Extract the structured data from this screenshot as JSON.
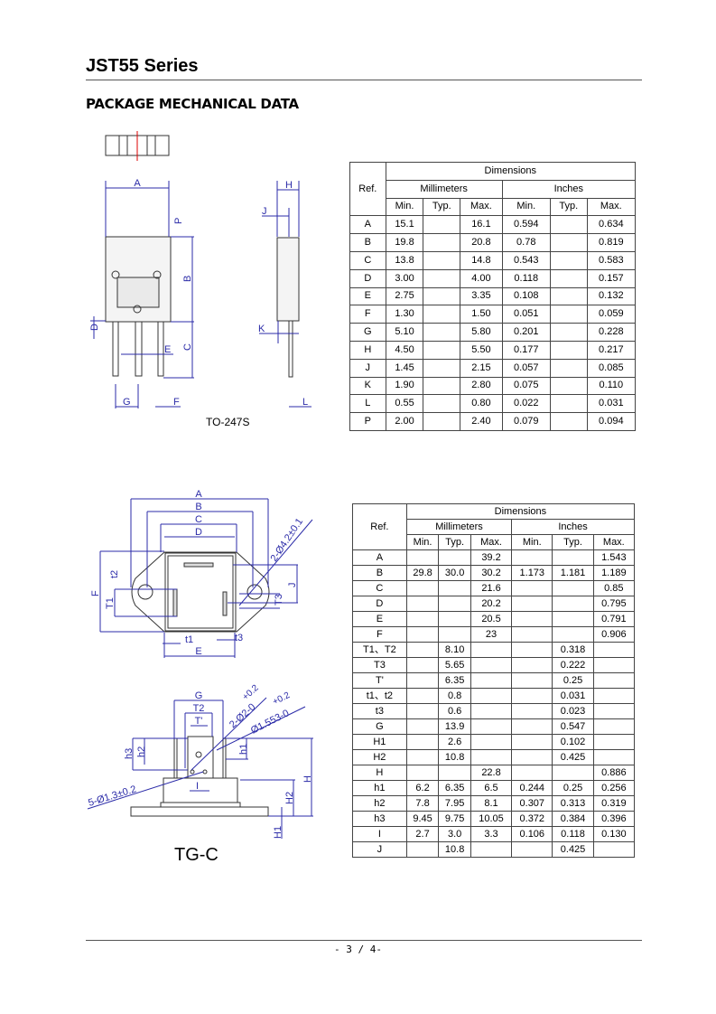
{
  "header": {
    "title": "JST55 Series"
  },
  "section_title": "PACKAGE MECHANICAL DATA",
  "drawing1": {
    "name": "TO-247S",
    "labels": {
      "A": "A",
      "B": "B",
      "C": "C",
      "D": "D",
      "E": "E",
      "F": "F",
      "G": "G",
      "H": "H",
      "J": "J",
      "K": "K",
      "L": "L",
      "P": "P"
    }
  },
  "drawing2": {
    "name": "TG-C",
    "labels": {
      "A": "A",
      "B": "B",
      "C": "C",
      "D": "D",
      "E": "E",
      "F": "F",
      "J": "J",
      "T1": "T1",
      "T3": "T3",
      "t1": "t1",
      "t2": "t2",
      "t3": "t3",
      "hole": "2-Ø4.2±0.1",
      "G": "G",
      "T2": "T2",
      "Tp": "T'",
      "h1": "h1",
      "h2": "h2",
      "h3": "h3",
      "H": "H",
      "H1": "H1",
      "H2": "H2",
      "I": "I",
      "pin2": "2-Ø2-0",
      "pin2_tol": "+0.2",
      "pin1553": "Ø1.553-0",
      "pin1553_tol": "+0.2",
      "pin13": "5-Ø1.3±0.2"
    }
  },
  "table1": {
    "header": {
      "ref": "Ref.",
      "dimensions": "Dimensions",
      "mm": "Millimeters",
      "inches": "Inches",
      "sub": [
        "Min.",
        "Typ.",
        "Max.",
        "Min.",
        "Typ.",
        "Max."
      ]
    },
    "rows": [
      [
        "A",
        "15.1",
        "",
        "16.1",
        "0.594",
        "",
        "0.634"
      ],
      [
        "B",
        "19.8",
        "",
        "20.8",
        "0.78",
        "",
        "0.819"
      ],
      [
        "C",
        "13.8",
        "",
        "14.8",
        "0.543",
        "",
        "0.583"
      ],
      [
        "D",
        "3.00",
        "",
        "4.00",
        "0.118",
        "",
        "0.157"
      ],
      [
        "E",
        "2.75",
        "",
        "3.35",
        "0.108",
        "",
        "0.132"
      ],
      [
        "F",
        "1.30",
        "",
        "1.50",
        "0.051",
        "",
        "0.059"
      ],
      [
        "G",
        "5.10",
        "",
        "5.80",
        "0.201",
        "",
        "0.228"
      ],
      [
        "H",
        "4.50",
        "",
        "5.50",
        "0.177",
        "",
        "0.217"
      ],
      [
        "J",
        "1.45",
        "",
        "2.15",
        "0.057",
        "",
        "0.085"
      ],
      [
        "K",
        "1.90",
        "",
        "2.80",
        "0.075",
        "",
        "0.110"
      ],
      [
        "L",
        "0.55",
        "",
        "0.80",
        "0.022",
        "",
        "0.031"
      ],
      [
        "P",
        "2.00",
        "",
        "2.40",
        "0.079",
        "",
        "0.094"
      ]
    ]
  },
  "table2": {
    "header": {
      "ref": "Ref.",
      "dimensions": "Dimensions",
      "mm": "Millimeters",
      "inches": "Inches",
      "sub": [
        "Min.",
        "Typ.",
        "Max.",
        "Min.",
        "Typ.",
        "Max."
      ]
    },
    "rows": [
      [
        "A",
        "",
        "",
        "39.2",
        "",
        "",
        "1.543"
      ],
      [
        "B",
        "29.8",
        "30.0",
        "30.2",
        "1.173",
        "1.181",
        "1.189"
      ],
      [
        "C",
        "",
        "",
        "21.6",
        "",
        "",
        "0.85"
      ],
      [
        "D",
        "",
        "",
        "20.2",
        "",
        "",
        "0.795"
      ],
      [
        "E",
        "",
        "",
        "20.5",
        "",
        "",
        "0.791"
      ],
      [
        "F",
        "",
        "",
        "23",
        "",
        "",
        "0.906"
      ],
      [
        "T1、T2",
        "",
        "8.10",
        "",
        "",
        "0.318",
        ""
      ],
      [
        "T3",
        "",
        "5.65",
        "",
        "",
        "0.222",
        ""
      ],
      [
        "T'",
        "",
        "6.35",
        "",
        "",
        "0.25",
        ""
      ],
      [
        "t1、t2",
        "",
        "0.8",
        "",
        "",
        "0.031",
        ""
      ],
      [
        "t3",
        "",
        "0.6",
        "",
        "",
        "0.023",
        ""
      ],
      [
        "G",
        "",
        "13.9",
        "",
        "",
        "0.547",
        ""
      ],
      [
        "H1",
        "",
        "2.6",
        "",
        "",
        "0.102",
        ""
      ],
      [
        "H2",
        "",
        "10.8",
        "",
        "",
        "0.425",
        ""
      ],
      [
        "H",
        "",
        "",
        "22.8",
        "",
        "",
        "0.886"
      ],
      [
        "h1",
        "6.2",
        "6.35",
        "6.5",
        "0.244",
        "0.25",
        "0.256"
      ],
      [
        "h2",
        "7.8",
        "7.95",
        "8.1",
        "0.307",
        "0.313",
        "0.319"
      ],
      [
        "h3",
        "9.45",
        "9.75",
        "10.05",
        "0.372",
        "0.384",
        "0.396"
      ],
      [
        "I",
        "2.7",
        "3.0",
        "3.3",
        "0.106",
        "0.118",
        "0.130"
      ],
      [
        "J",
        "",
        "10.8",
        "",
        "",
        "0.425",
        ""
      ]
    ]
  },
  "footer": {
    "page": "- 3 / 4-"
  }
}
